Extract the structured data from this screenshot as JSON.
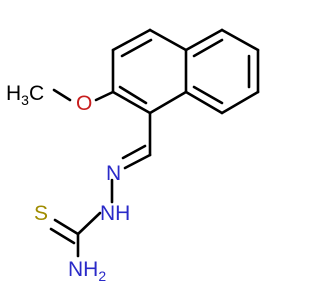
{
  "molecule": {
    "labels": {
      "methyl": "H3C",
      "methyl_main": "H",
      "methyl_sub": "3",
      "methyl_c": "C",
      "oxygen": "O",
      "imine_n": "N",
      "hydrazine_nh": "NH",
      "sulfur": "S",
      "amine": "NH2",
      "amine_main": "NH",
      "amine_sub": "2"
    },
    "colors": {
      "bond": "#000000",
      "nitrogen": "#2a2ac8",
      "oxygen": "#c81e1e",
      "sulfur": "#a08c00",
      "carbon": "#000000"
    }
  }
}
